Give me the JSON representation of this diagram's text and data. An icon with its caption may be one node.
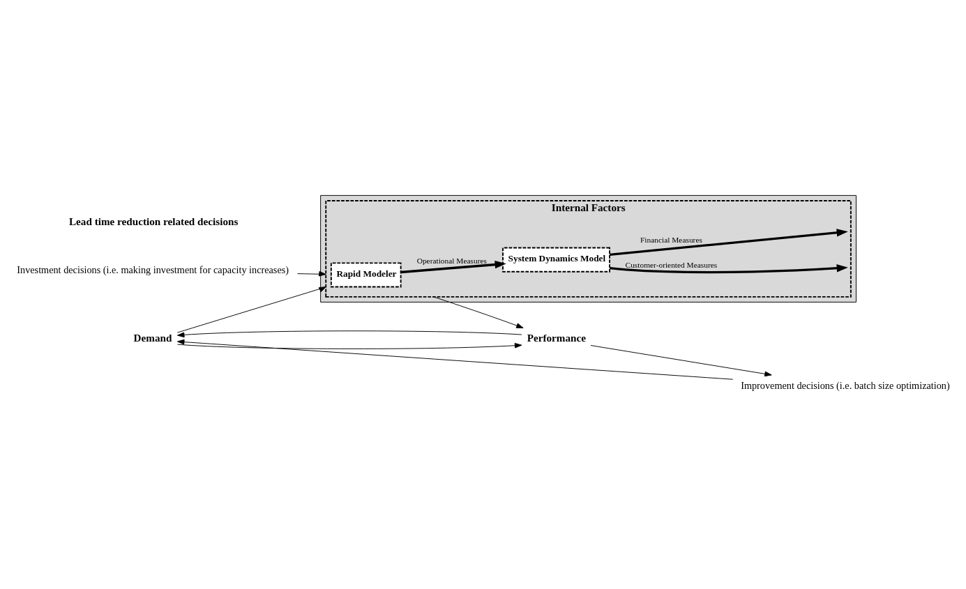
{
  "diagram": {
    "nodes": [
      {
        "text": [
          "Demand"
        ]
      },
      {
        "text": [],
        "shape": "box"
      },
      {
        "text": [
          "Internal Factors"
        ],
        "in": 1
      },
      {
        "text": [
          "Rapid Modeler"
        ],
        "in": 2
      },
      {
        "text": [
          "System Dynamics Model"
        ],
        "in": 2
      },
      {
        "text": [
          "Performance"
        ]
      },
      {
        "text": [
          "Investment decisions (i.e. making investment for capacity increases)"
        ]
      },
      {
        "text": [
          "Improvement decisions (i.e. batch size optimization)"
        ]
      }
    ],
    "edges": [
      {
        "from": 0,
        "to": 5,
        "arrow": "to"
      },
      {
        "from": 0,
        "to": 2,
        "arrow": "to"
      },
      {
        "from": 6,
        "to": 2,
        "arrow": "to"
      },
      {
        "from": 3,
        "to": 4,
        "arrow": "to",
        "label": "Operational Measures",
        "style": "thick"
      },
      {
        "from": 4,
        "to": 2,
        "arrow": "to",
        "label": "Financial Measures",
        "style": "thick"
      },
      {
        "from": 4,
        "to": 2,
        "arrow": "to",
        "label": "Customer-oriented Measures",
        "style": "thick"
      },
      {
        "from": 2,
        "to": 5,
        "arrow": "to"
      },
      {
        "from": 5,
        "to": 7,
        "arrow": "to"
      },
      {
        "from": 7,
        "to": 0,
        "arrow": "to"
      },
      {
        "from": 5,
        "to": 0,
        "arrow": "to"
      }
    ],
    "labels": [
      "Lead time reduction related decisions"
    ]
  }
}
